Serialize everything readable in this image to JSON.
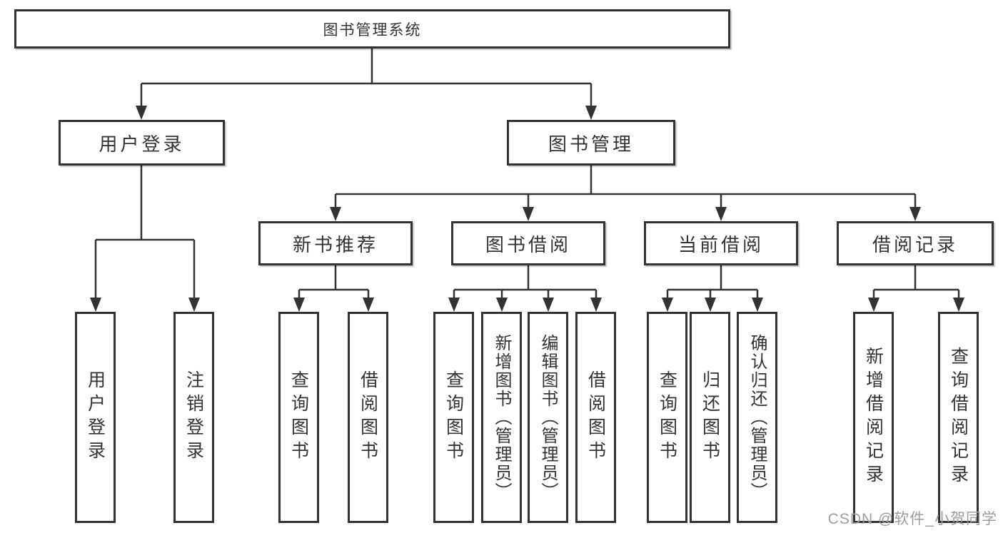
{
  "tree": {
    "root": "图书管理系统",
    "user_login": {
      "label": "用户登录",
      "children": [
        "用户登录",
        "注销登录"
      ]
    },
    "book_mgmt": {
      "label": "图书管理",
      "sections": [
        {
          "label": "新书推荐",
          "children": [
            "查询图书",
            "借阅图书"
          ]
        },
        {
          "label": "图书借阅",
          "children": [
            "查询图书",
            "新增图书（管理员）",
            "编辑图书（管理员）",
            "借阅图书"
          ]
        },
        {
          "label": "当前借阅",
          "children": [
            "查询图书",
            "归还图书",
            "确认归还（管理员）"
          ]
        },
        {
          "label": "借阅记录",
          "children": [
            "新增借阅记录",
            "查询借阅记录"
          ]
        }
      ]
    }
  },
  "watermark": "CSDN @软件_小贺同学",
  "colors": {
    "line": "#333333",
    "text": "#333333",
    "background": "#ffffff",
    "watermark": "#9d9d9d"
  }
}
